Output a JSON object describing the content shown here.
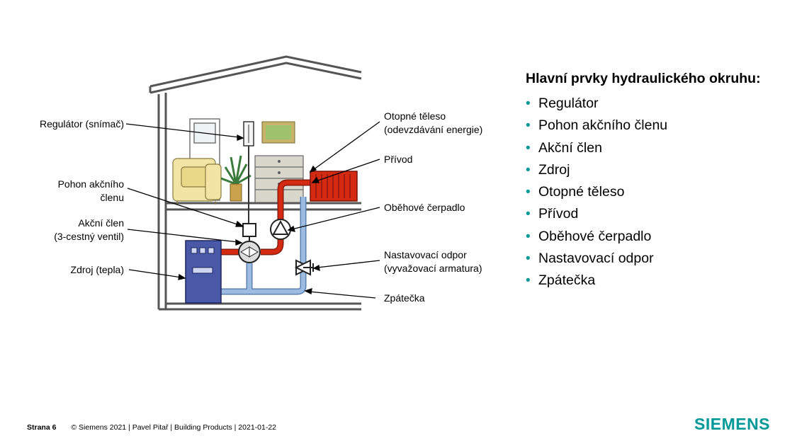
{
  "diagram": {
    "labels": {
      "regulator": "Regulátor (snímač)",
      "actuator_line1": "Pohon akčního",
      "actuator_line2": "členu",
      "valve_line1": "Akční člen",
      "valve_line2": "(3-cestný ventil)",
      "source": "Zdroj (tepla)",
      "radiator_line1": "Otopné těleso",
      "radiator_line2": "(odevzdávání energie)",
      "supply": "Přívod",
      "pump": "Oběhové čerpadlo",
      "balancing_line1": "Nastavovací odpor",
      "balancing_line2": "(vyvažovací armatura)",
      "return": "Zpátečka"
    },
    "colors": {
      "supply_pipe": "#d42a12",
      "return_pipe": "#9cbbe0",
      "boiler": "#4a58a8",
      "radiator": "#d42a12"
    }
  },
  "panel": {
    "title": "Hlavní prvky hydraulického okruhu:",
    "items": [
      "Regulátor",
      "Pohon akčního členu",
      "Akční člen",
      "Zdroj",
      "Otopné těleso",
      "Přívod",
      "Oběhové čerpadlo",
      "Nastavovací odpor",
      "Zpátečka"
    ],
    "bullet_color": "#009999"
  },
  "footer": {
    "page": "Strana 6",
    "text": "© Siemens 2021 | Pavel Pitař | Building Products | 2021-01-22"
  },
  "logo": {
    "text": "SIEMENS",
    "color": "#009999"
  }
}
